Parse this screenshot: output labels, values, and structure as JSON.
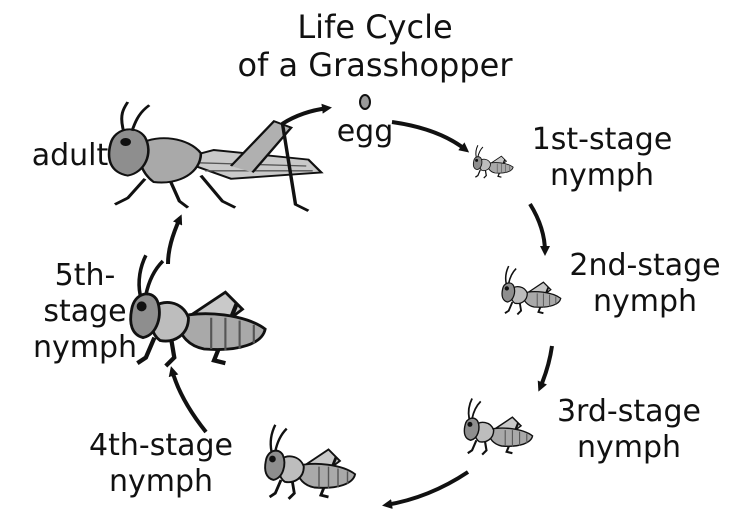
{
  "title": {
    "line1": "Life Cycle",
    "line2": "of a Grasshopper"
  },
  "stages": {
    "egg": "egg",
    "first": {
      "line1": "1st-stage",
      "line2": "nymph"
    },
    "second": {
      "line1": "2nd-stage",
      "line2": "nymph"
    },
    "third": {
      "line1": "3rd-stage",
      "line2": "nymph"
    },
    "fourth": {
      "line1": "4th-stage",
      "line2": "nymph"
    },
    "fifth": {
      "line1": "5th-",
      "line2": "stage",
      "line3": "nymph"
    },
    "adult": "adult"
  },
  "colors": {
    "ink": "#111111",
    "body": "#a9a9a9",
    "body_dark": "#6e6e6e",
    "wing": "#c9c9c9"
  }
}
